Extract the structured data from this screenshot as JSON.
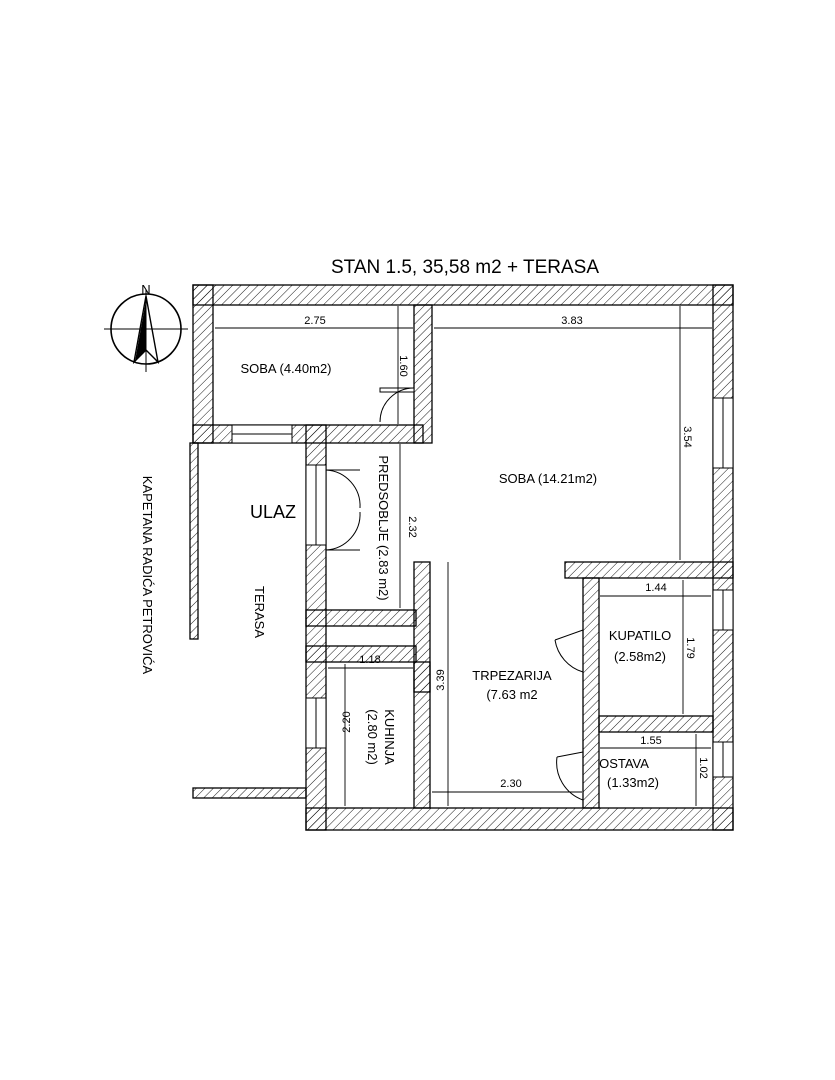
{
  "title": "STAN 1.5, 35,58 m2 + TERASA",
  "compass_label": "N",
  "street": "KAPETANA RADIĆA PETROVIĆA",
  "entrance": "ULAZ",
  "terrace": "TERASA",
  "rooms": {
    "soba_small": "SOBA (4.40m2)",
    "soba_large": "SOBA (14.21m2)",
    "predsoblje": "PREDSOBLJE (2.83 m2)",
    "trpezarija_name": "TRPEZARIJA",
    "trpezarija_area": "(7.63 m2",
    "kuhinja_name": "KUHINJA",
    "kuhinja_area": "(2.80 m2)",
    "kupatilo_name": "KUPATILO",
    "kupatilo_area": "(2.58m2)",
    "ostava_name": "OSTAVA",
    "ostava_area": "(1.33m2)"
  },
  "dimensions": {
    "d_275": "2.75",
    "d_160": "1.60",
    "d_383": "3.83",
    "d_354": "3.54",
    "d_232": "2.32",
    "d_144": "1.44",
    "d_179": "1.79",
    "d_118": "1.18",
    "d_220": "2.20",
    "d_339": "3.39",
    "d_155": "1.55",
    "d_102": "1.02",
    "d_230": "2.30"
  }
}
